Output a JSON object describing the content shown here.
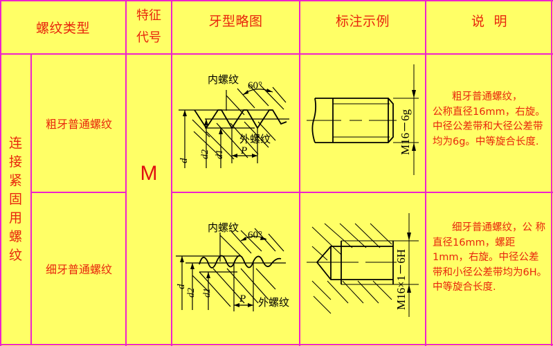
{
  "header": {
    "thread_type": "螺纹类型",
    "feature_code_line1": "特征",
    "feature_code_line2": "代号",
    "profile_sketch": "牙型略图",
    "marking_example": "标注示例",
    "description": "说  明"
  },
  "category": {
    "label": "连接紧固用螺纹"
  },
  "feature_code": "M",
  "rows": [
    {
      "type": "粗牙普通螺纹",
      "sketch": {
        "internal_label": "内螺纹",
        "external_label": "外螺纹",
        "angle_label": "60°",
        "dim_d": "d",
        "dim_d2": "d2",
        "dim_d1": "d1",
        "dim_p": "P"
      },
      "marking": "M16－6g",
      "description_first": "粗牙普通螺纹，",
      "description_rest": "公称直径16mm，右旋。中径公差带和大径公差带均为6g。中等旋合长度."
    },
    {
      "type": "细牙普通螺纹",
      "sketch": {
        "internal_label": "内螺纹",
        "external_label": "外螺纹",
        "angle_label": "60°",
        "dim_d": "d",
        "dim_d2": "d2",
        "dim_d1": "d1",
        "dim_p": "P"
      },
      "marking": "M16×1－6H",
      "description_first": "细牙普通螺纹，公",
      "description_rest": "称直径16mm，螺距1mm，右旋。中径公差带和小径公差带均为6H。中等旋合长度."
    }
  ],
  "colors": {
    "background": "#ffff66",
    "grid": "#ee22cc",
    "text": "#e8250c",
    "drawing": "#000000"
  }
}
